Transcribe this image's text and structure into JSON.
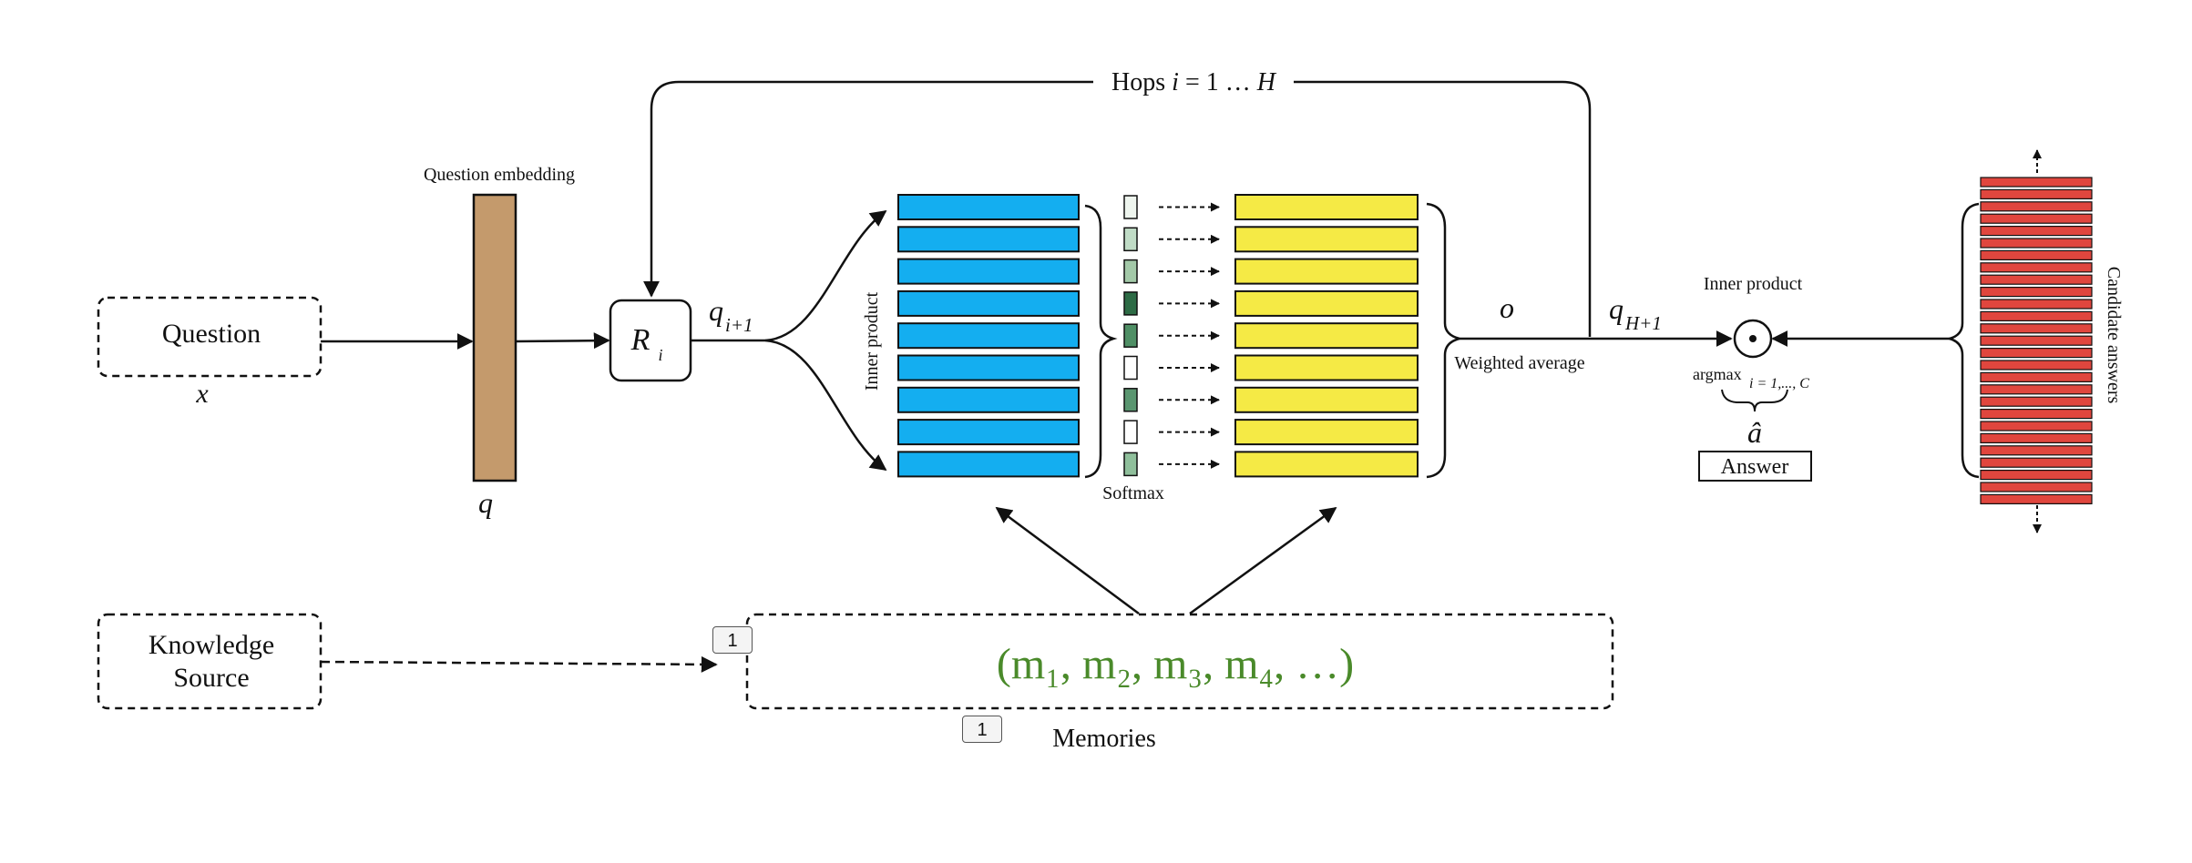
{
  "hops": {
    "prefix": "Hops",
    "i": "i",
    "eq": "= 1 …",
    "H": "H"
  },
  "question_embedding": "Question embedding",
  "question": "Question",
  "x": "x",
  "q": "q",
  "R": "R",
  "R_sub": "i",
  "q_var": "q",
  "q_sub": "i+1",
  "inner_product_vertical": "Inner product",
  "softmax": "Softmax",
  "o": "o",
  "weighted_average": "Weighted average",
  "qH_var": "q",
  "qH_sub": "H+1",
  "inner_product": "Inner product",
  "dot": "⊙",
  "argmax": "argmax",
  "argmax_sub": "i = 1,..., C",
  "a_hat": "â",
  "answer": "Answer",
  "candidate_answers": "Candidate answers",
  "knowledge_source_line1": "Knowledge",
  "knowledge_source_line2": "Source",
  "memories_formula": "(m₁, m₂, m₃, m₄, …)",
  "memories": "Memories",
  "badge_1": "1",
  "badge_2": "1",
  "colors": {
    "embedding": "#c49a6c",
    "memory_in": "#14aef0",
    "memory_out": "#f5ea45",
    "candidate": "#e0463e",
    "memory_text": "#4a8a2a",
    "softmax_weights": [
      "#eef5ee",
      "#c0dcc6",
      "#a3c9a8",
      "#2d6b45",
      "#4f8f65",
      "#ffffff",
      "#5a9670",
      "#ffffff",
      "#8fbf9b"
    ]
  }
}
